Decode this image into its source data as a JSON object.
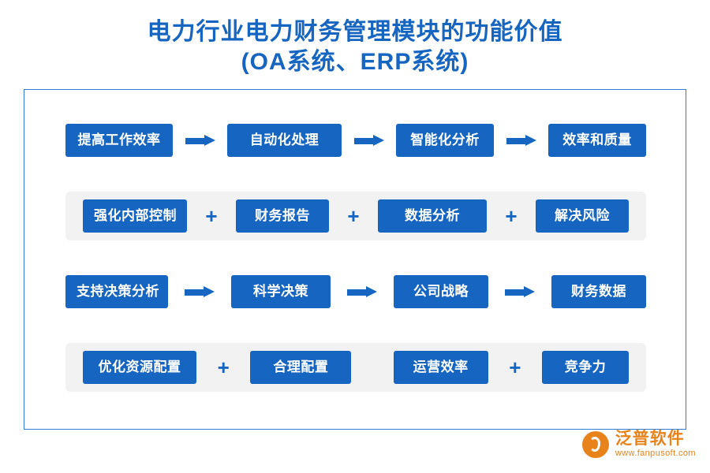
{
  "title": {
    "line1": "电力行业电力财务管理模块的功能价值",
    "line2": "(OA系统、ERP系统)"
  },
  "diagram": {
    "rows": [
      {
        "banded": false,
        "connector": "arrow",
        "nodes": [
          "提高工作效率",
          "自动化处理",
          "智能化分析",
          "效率和质量"
        ]
      },
      {
        "banded": true,
        "connector": "plus",
        "connector_label": "+",
        "nodes": [
          "强化内部控制",
          "财务报告",
          "数据分析",
          "解决风险"
        ]
      },
      {
        "banded": false,
        "connector": "arrow",
        "nodes": [
          "支持决策分析",
          "科学决策",
          "公司战略",
          "财务数据"
        ]
      },
      {
        "banded": true,
        "connector": "plus",
        "connector_label": "+",
        "nodes": [
          "优化资源配置",
          "合理配置",
          "运营效率",
          "竞争力"
        ]
      }
    ]
  },
  "logo": {
    "name": "泛普软件",
    "url": "www.fanpusoft.com"
  },
  "colors": {
    "node_blue": "#1665c0",
    "title_blue": "#1665c0",
    "band_gray": "#f2f2f2",
    "logo_orange": "#e8821a"
  }
}
